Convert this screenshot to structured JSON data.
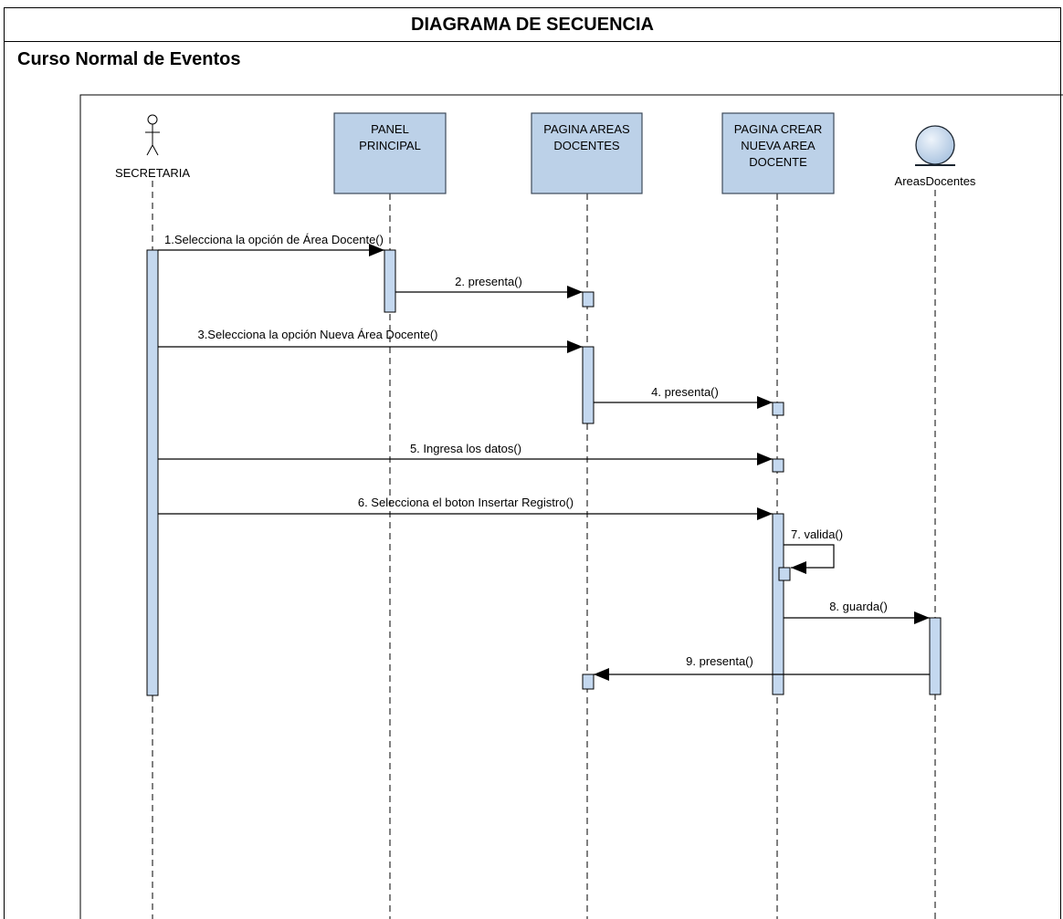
{
  "title": "DIAGRAMA DE SECUENCIA",
  "subtitle": "Curso Normal de Eventos",
  "diagram": {
    "colors": {
      "box_fill": "#bcd1e8",
      "box_stroke": "#3d4a5a",
      "activation_fill": "#c4d8ef",
      "line": "#000000",
      "entity_fill_light": "#eef4fb",
      "entity_fill_dark": "#a8c2df"
    },
    "actor": {
      "label": "SECRETARIA",
      "icon": "stick-figure-icon"
    },
    "boundaries": [
      {
        "lines": [
          "PANEL",
          "PRINCIPAL"
        ]
      },
      {
        "lines": [
          "PAGINA AREAS",
          "DOCENTES"
        ]
      },
      {
        "lines": [
          "PAGINA CREAR",
          "NUEVA AREA",
          "DOCENTE"
        ]
      }
    ],
    "entity": {
      "label": "AreasDocentes",
      "icon": "entity-circle-icon"
    },
    "messages": [
      {
        "label": "1.Selecciona la opción de  Área Docente()"
      },
      {
        "label": "2. presenta()"
      },
      {
        "label": "3.Selecciona la opción Nueva Área Docente()"
      },
      {
        "label": "4. presenta()"
      },
      {
        "label": "5. Ingresa los datos()"
      },
      {
        "label": "6. Selecciona el boton Insertar Registro()"
      },
      {
        "label": "7. valida()"
      },
      {
        "label": "8. guarda()"
      },
      {
        "label": "9. presenta()"
      }
    ]
  }
}
